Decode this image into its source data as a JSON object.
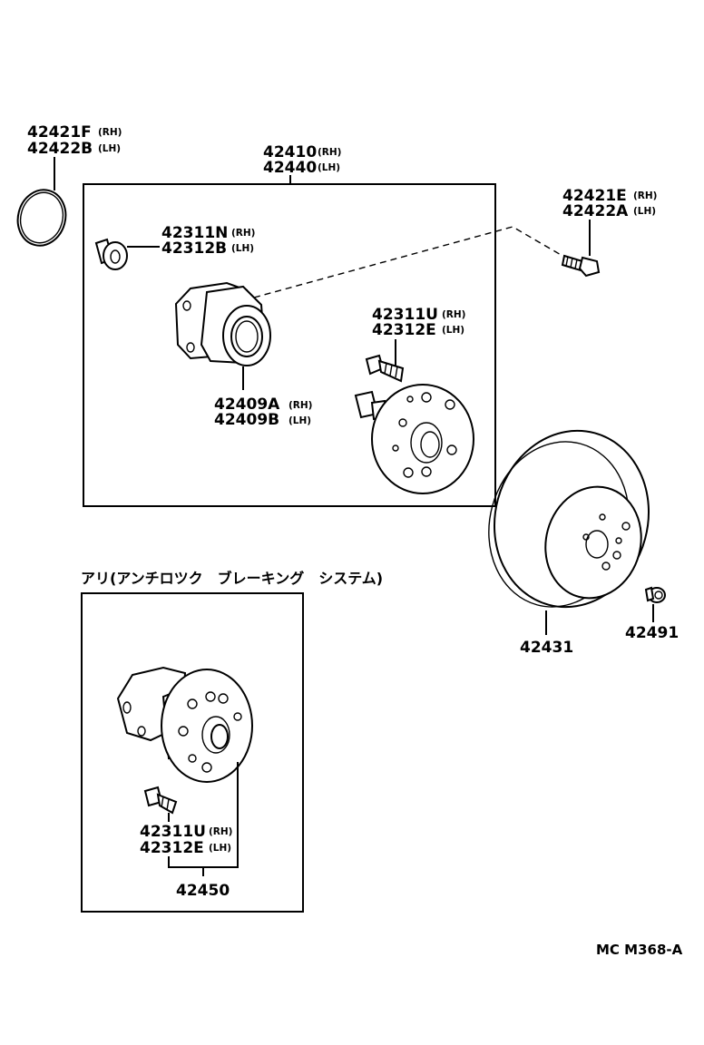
{
  "labels": {
    "gasket": {
      "rh": "42421F",
      "rh_tag": "(RH)",
      "lh": "42422B",
      "lh_tag": "(LH)"
    },
    "hub_assy": {
      "rh": "42410",
      "rh_tag": "(RH)",
      "lh": "42440",
      "lh_tag": "(LH)"
    },
    "bolt_top_right": {
      "rh": "42421E",
      "rh_tag": "(RH)",
      "lh": "42422A",
      "lh_tag": "(LH)"
    },
    "nut": {
      "rh": "42311N",
      "rh_tag": "(RH)",
      "lh": "42312B",
      "lh_tag": "(LH)"
    },
    "hub_stud": {
      "rh": "42311U",
      "rh_tag": "(RH)",
      "lh": "42312E",
      "lh_tag": "(LH)"
    },
    "bearing": {
      "rh": "42409A",
      "rh_tag": "(RH)",
      "lh": "42409B",
      "lh_tag": "(LH)"
    },
    "disc": "42431",
    "disc_screw": "42491",
    "abs_heading": "アリ(アンチロツク　ブレーキング　システム)",
    "abs_stud": {
      "rh": "42311U",
      "rh_tag": "(RH)",
      "lh": "42312E",
      "lh_tag": "(LH)"
    },
    "abs_hub": "42450",
    "diagram_code": "MC M368-A"
  }
}
